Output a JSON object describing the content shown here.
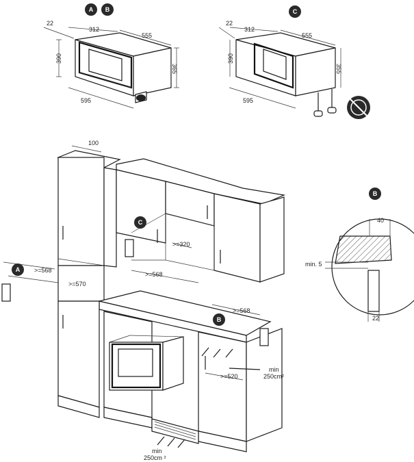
{
  "badges": {
    "a": "A",
    "b": "B",
    "c": "C"
  },
  "dims_top_ab": {
    "depth": "22",
    "side": "312",
    "width_top": "555",
    "height_left": "390",
    "height_right": "365",
    "width_front": "595"
  },
  "dims_top_c": {
    "depth": "22",
    "side": "312",
    "width_top": "555",
    "height_left": "390",
    "height_right": "355",
    "width_front": "595"
  },
  "dims_kitchen": {
    "top": "100",
    "a_upper": ">=568",
    "a_lower": ">=570",
    "c_width": ">=320",
    "c_depth": ">=568",
    "b_width": ">=568",
    "b_depth": ">=520"
  },
  "ventilation": {
    "side": "min\n250cm²",
    "bottom_line1": "min",
    "bottom_line2": "250cm ²",
    "side_line1": "min",
    "side_line2": "250cm²"
  },
  "detail_b": {
    "top": "40",
    "left": "min. 5",
    "bottom": "22"
  }
}
